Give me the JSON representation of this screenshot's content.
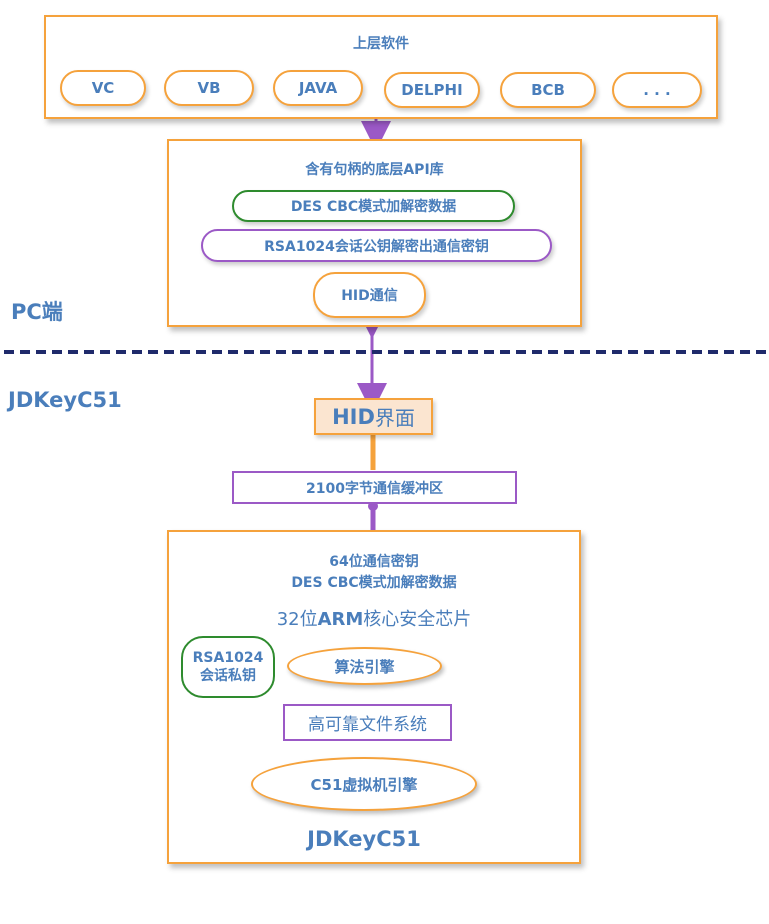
{
  "upper": {
    "title": "上层软件",
    "items": [
      "VC",
      "VB",
      "JAVA",
      "DELPHI",
      "BCB",
      ". . ."
    ]
  },
  "api": {
    "title": "含有句柄的底层API库",
    "des": "DES CBC模式加解密数据",
    "rsa": "RSA1024会话公钥解密出通信密钥",
    "hid": "HID通信"
  },
  "side": {
    "pc": "PC端",
    "device": "JDKeyC51"
  },
  "hid_interface": {
    "prefix": "HID",
    "suffix": "界面"
  },
  "buffer": "2100字节通信缓冲区",
  "chip": {
    "line1": "64位通信密钥",
    "line2": "DES  CBC模式加解密数据",
    "arm_prefix": "32位",
    "arm_bold": "ARM",
    "arm_suffix": "核心安全芯片",
    "rsa_line1": "RSA1024",
    "rsa_line2": "会话私钥",
    "algo": "算法引擎",
    "fs": "高可靠文件系统",
    "vm": "C51虚拟机引擎",
    "name": "JDKeyC51"
  },
  "colors": {
    "orange": "#f5a23c",
    "green": "#2e8b2e",
    "purple": "#9b59c6",
    "text_blue": "#4a7ebb",
    "dash_navy": "#1f2a6b"
  }
}
